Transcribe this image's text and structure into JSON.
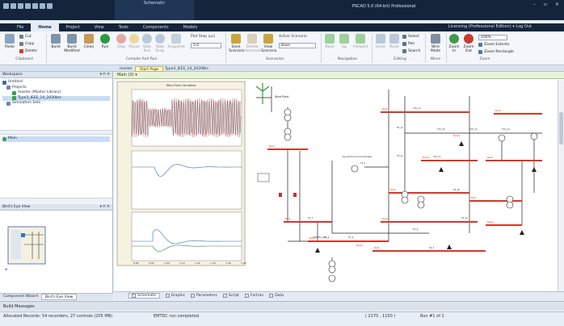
{
  "titlebar": {
    "context_tab": "Schematic",
    "app_title": "PSCAD 5.0 (64-bit) Professional"
  },
  "menu": {
    "tabs": [
      "File",
      "Home",
      "Project",
      "View",
      "Tools",
      "Components",
      "Models"
    ],
    "active": "Home",
    "licensing": "Licensing (Professional Edition)",
    "logout": "Log Out"
  },
  "ribbon": {
    "clipboard": {
      "paste": "Paste",
      "cut": "Cut",
      "copy": "Copy",
      "delete": "Delete",
      "label": "Clipboard"
    },
    "build": {
      "build": "Build",
      "build_modified": "Build Modified",
      "clean": "Clean"
    },
    "run": {
      "run": "Run",
      "stop": "Stop",
      "pause": "Pause",
      "step_run": "Step Run",
      "step_snap": "Step Snap",
      "snapshot": "Snapshot",
      "plot_step_label": "Plot Step (µs)",
      "plot_step_value": "5.0",
      "label": "Compile And Run"
    },
    "scenarios": {
      "save": "Save Scenario",
      "delete": "Delete Scenario",
      "view": "View Scenario",
      "active_label": "Active Scenario",
      "active_value": "Base",
      "label": "Scenarios"
    },
    "navigation": {
      "back": "Back",
      "up": "Up",
      "forward": "Forward",
      "label": "Navigation"
    },
    "editing": {
      "undo": "Undo",
      "redo": "Redo",
      "select": "Select",
      "pan": "Pan",
      "search": "Search",
      "label": "Editing"
    },
    "wires": {
      "wire_mode": "Wire Mode",
      "label": "Wires"
    },
    "zoom": {
      "zoom_in": "Zoom In",
      "zoom_out": "Zoom Out",
      "zoom_value": "100%",
      "zoom_extents": "Zoom Extents",
      "zoom_rectangle": "Zoom Rectangle",
      "label": "Zoom"
    }
  },
  "pathbar": {
    "tabs": [
      "master",
      "Start Page",
      "Type3_IEEE_14_2020Brc"
    ],
    "selected": "Type3_IEEE_14_2020Brc"
  },
  "workspace": {
    "title": "Workspace",
    "root": "Untitled",
    "projects": "Projects",
    "master": "master (Master Library)",
    "project": "Type3_IEEE_14_2020brc",
    "simsets": "Simulation Sets"
  },
  "hierarchy": {
    "item": "Main"
  },
  "birds_eye": {
    "title": "Bird's Eye View"
  },
  "doc": {
    "title": "Main (0)"
  },
  "canvas_labels": {
    "plot_title": "Wind Farm Variables",
    "wind_label": "Wind Plant",
    "sync_cond": "Synchronous Condenser",
    "cap_label": "10076 [uF]",
    "bus_labels": [
      "Bus1",
      "Bus2",
      "Bus3",
      "Bus4",
      "Bus5",
      "Bus6",
      "Bus7",
      "Bus8",
      "Bus9",
      "Bus10",
      "Bus11",
      "Bus12",
      "Bus13",
      "Bus14"
    ],
    "line_labels": [
      "T15_16",
      "T15_14",
      "T13_14",
      "T12_13",
      "T6_12",
      "T6_11",
      "T10_11",
      "T9_10",
      "T9_14",
      "T4_7",
      "T4_9",
      "T7_9",
      "T2_4",
      "T2_3",
      "T4_5"
    ],
    "plot_x_ticks": [
      "0.80",
      "0.90",
      "1.00",
      "1.10",
      "1.20",
      "1.30",
      "1.40",
      "1.50"
    ]
  },
  "bottom_tabs": [
    "Schematic",
    "Graphic",
    "Parameters",
    "Script",
    "Fortran",
    "Data"
  ],
  "left_tabs": [
    "Component Wizard",
    "Bird's Eye View"
  ],
  "build_messages": "Build Messages",
  "status": {
    "records": "Allocated Records: 54 recorders, 27 controls (205 MB)",
    "run_state": "EMTDC run completed.",
    "coords": "( 2170 , 1150 )",
    "run": "Run #1 of 1"
  }
}
